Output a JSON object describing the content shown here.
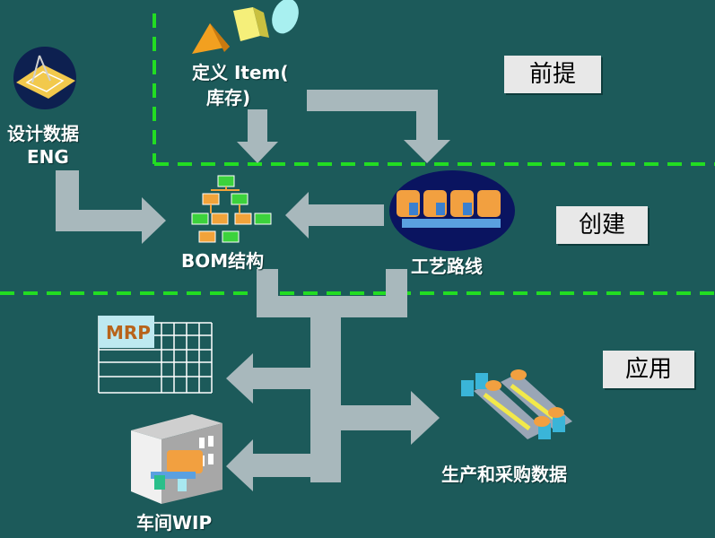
{
  "labels": {
    "item_line1": "定义 Item(",
    "item_line2": "库存)",
    "design_line1": "设计数据",
    "design_line2": "ENG",
    "bom": "BOM结构",
    "routing": "工艺路线",
    "mrp": "MRP",
    "wip": "车间WIP",
    "production": "生产和采购数据"
  },
  "phases": {
    "prerequisite": "前提",
    "create": "创建",
    "apply": "应用"
  },
  "colors": {
    "background": "#1c5a5a",
    "arrow": "#a8b8bc",
    "dashed_line": "#22dd22",
    "label": "#ffffff",
    "phase_box": "#e8e8e8"
  }
}
